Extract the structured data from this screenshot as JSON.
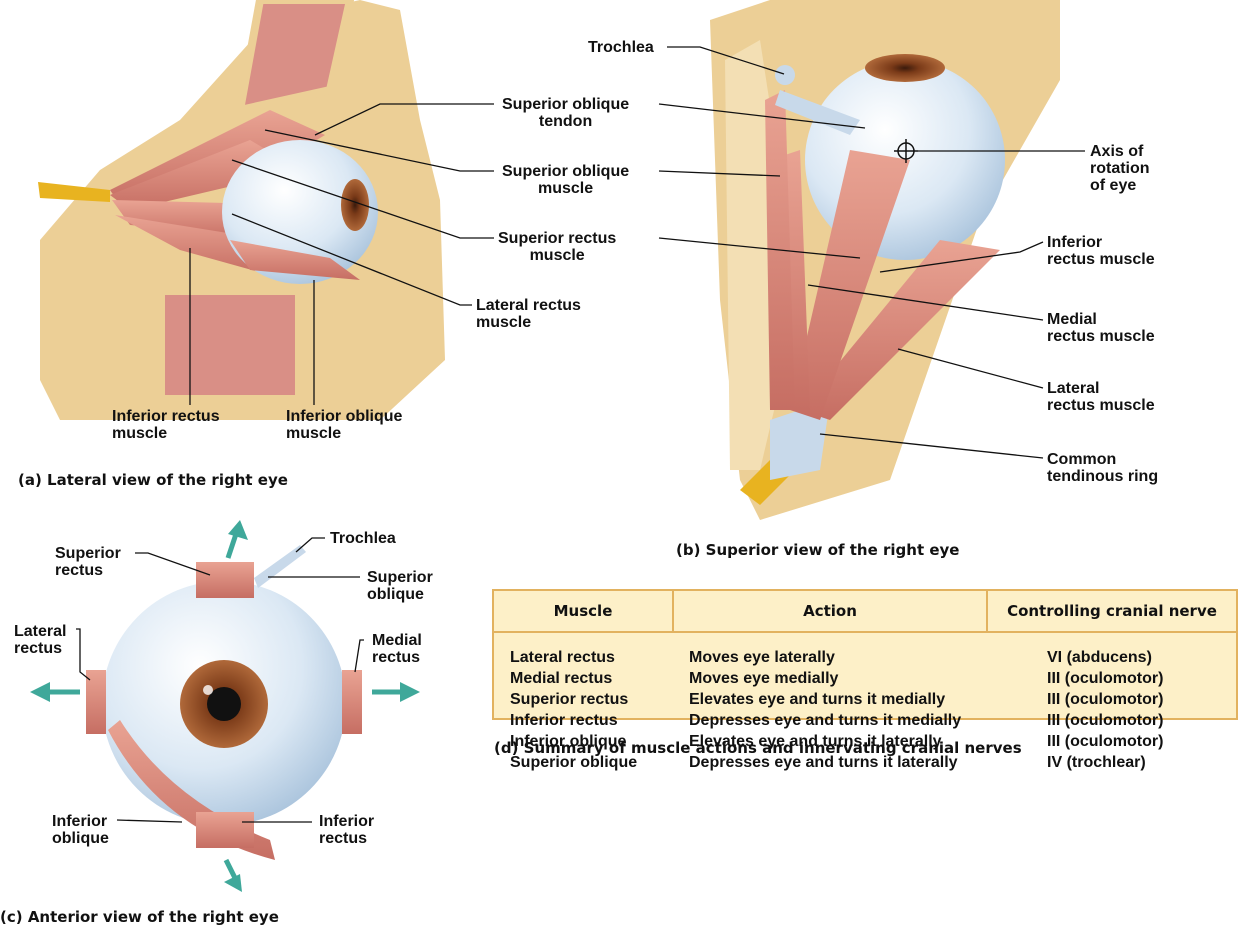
{
  "panel_a": {
    "caption": "(a) Lateral view of the right eye",
    "labels": {
      "superior_oblique_tendon": "Superior oblique\ntendon",
      "superior_oblique_muscle": "Superior oblique\nmuscle",
      "superior_rectus_muscle": "Superior rectus\nmuscle",
      "lateral_rectus_muscle": "Lateral rectus\nmuscle",
      "inferior_rectus_muscle": "Inferior rectus\nmuscle",
      "inferior_oblique_muscle": "Inferior oblique\nmuscle"
    }
  },
  "panel_b": {
    "caption": "(b) Superior view of the right eye",
    "labels": {
      "trochlea": "Trochlea",
      "axis_of_rotation": "Axis of\nrotation\nof eye",
      "inferior_rectus_muscle": "Inferior\nrectus muscle",
      "medial_rectus_muscle": "Medial\nrectus muscle",
      "lateral_rectus_muscle": "Lateral\nrectus muscle",
      "common_tendinous_ring": "Common\ntendinous ring"
    }
  },
  "panel_c": {
    "caption": "(c) Anterior view of the right eye",
    "labels": {
      "trochlea": "Trochlea",
      "superior_rectus": "Superior\nrectus",
      "superior_oblique": "Superior\noblique",
      "lateral_rectus": "Lateral\nrectus",
      "medial_rectus": "Medial\nrectus",
      "inferior_oblique": "Inferior\noblique",
      "inferior_rectus": "Inferior\nrectus"
    }
  },
  "panel_d": {
    "caption": "(d) Summary of muscle actions and innervating cranial nerves",
    "headers": [
      "Muscle",
      "Action",
      "Controlling cranial nerve"
    ],
    "rows": [
      [
        "Lateral rectus",
        "Moves eye laterally",
        "VI (abducens)"
      ],
      [
        "Medial rectus",
        "Moves eye medially",
        "III (oculomotor)"
      ],
      [
        "Superior rectus",
        "Elevates eye and turns it medially",
        "III (oculomotor)"
      ],
      [
        "Inferior rectus",
        "Depresses eye and turns it medially",
        "III (oculomotor)"
      ],
      [
        "Inferior oblique",
        "Elevates eye and turns it laterally",
        "III (oculomotor)"
      ],
      [
        "Superior oblique",
        "Depresses eye and turns it laterally",
        "IV (trochlear)"
      ]
    ]
  },
  "colors": {
    "bone": "#eccf96",
    "muscle": "#d9857a",
    "tendon": "#c8d9ea",
    "eyeball": "#dde9f5",
    "iris": "#8a4a24",
    "arrow": "#3fa89a",
    "table_fill": "#fdf0c8",
    "table_border": "#e2b25f"
  }
}
